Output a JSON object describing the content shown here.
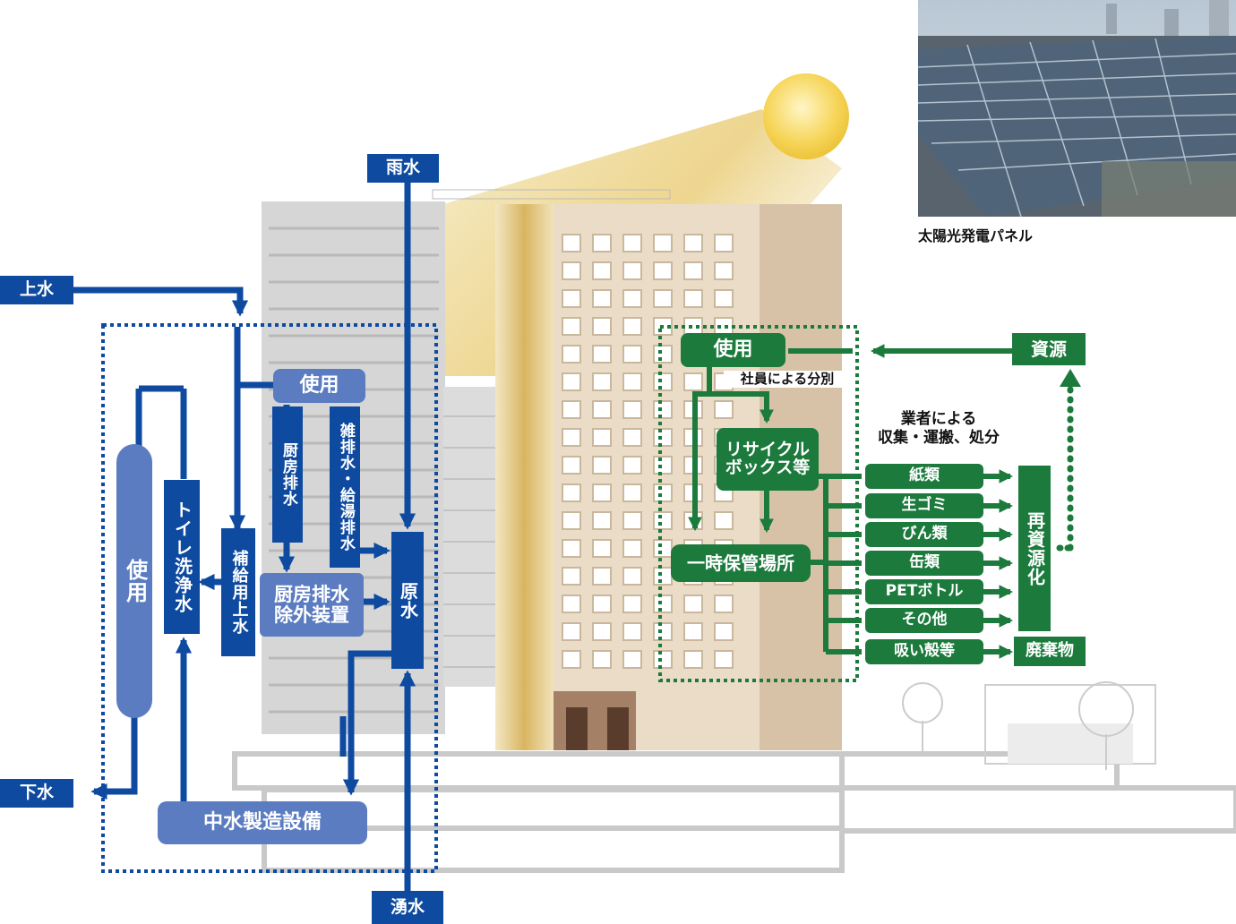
{
  "water": {
    "rain": "雨水",
    "tap_water": "上水",
    "sewage": "下水",
    "spring_water": "湧水",
    "use_top": "使用",
    "use_left": "使用",
    "toilet_flush": "トイレ洗浄水",
    "supplement": "補給用上水",
    "kitchen_drain": "厨房排水",
    "misc_drain": "雑排水・給湯排水",
    "grease_trap": [
      "厨房排水",
      "除外装置"
    ],
    "raw_water": "原水",
    "greywater_plant": "中水製造設備"
  },
  "waste": {
    "use": "使用",
    "resource": "資源",
    "staff_sorting": "社員による分別",
    "recycle_box": [
      "リサイクル",
      "ボックス等"
    ],
    "temp_storage": "一時保管場所",
    "contractor": [
      "業者による",
      "収集・運搬、処分"
    ],
    "categories": [
      "紙類",
      "生ゴミ",
      "びん類",
      "缶類",
      "PETボトル",
      "その他",
      "吸い殻等"
    ],
    "recycling": "再資源化",
    "disposal": "廃棄物"
  },
  "photo": {
    "caption": "太陽光発電パネル"
  },
  "colors": {
    "water_blue": "#0d4aa0",
    "lavender": "#5b7cc0",
    "green": "#1b7a3c"
  }
}
